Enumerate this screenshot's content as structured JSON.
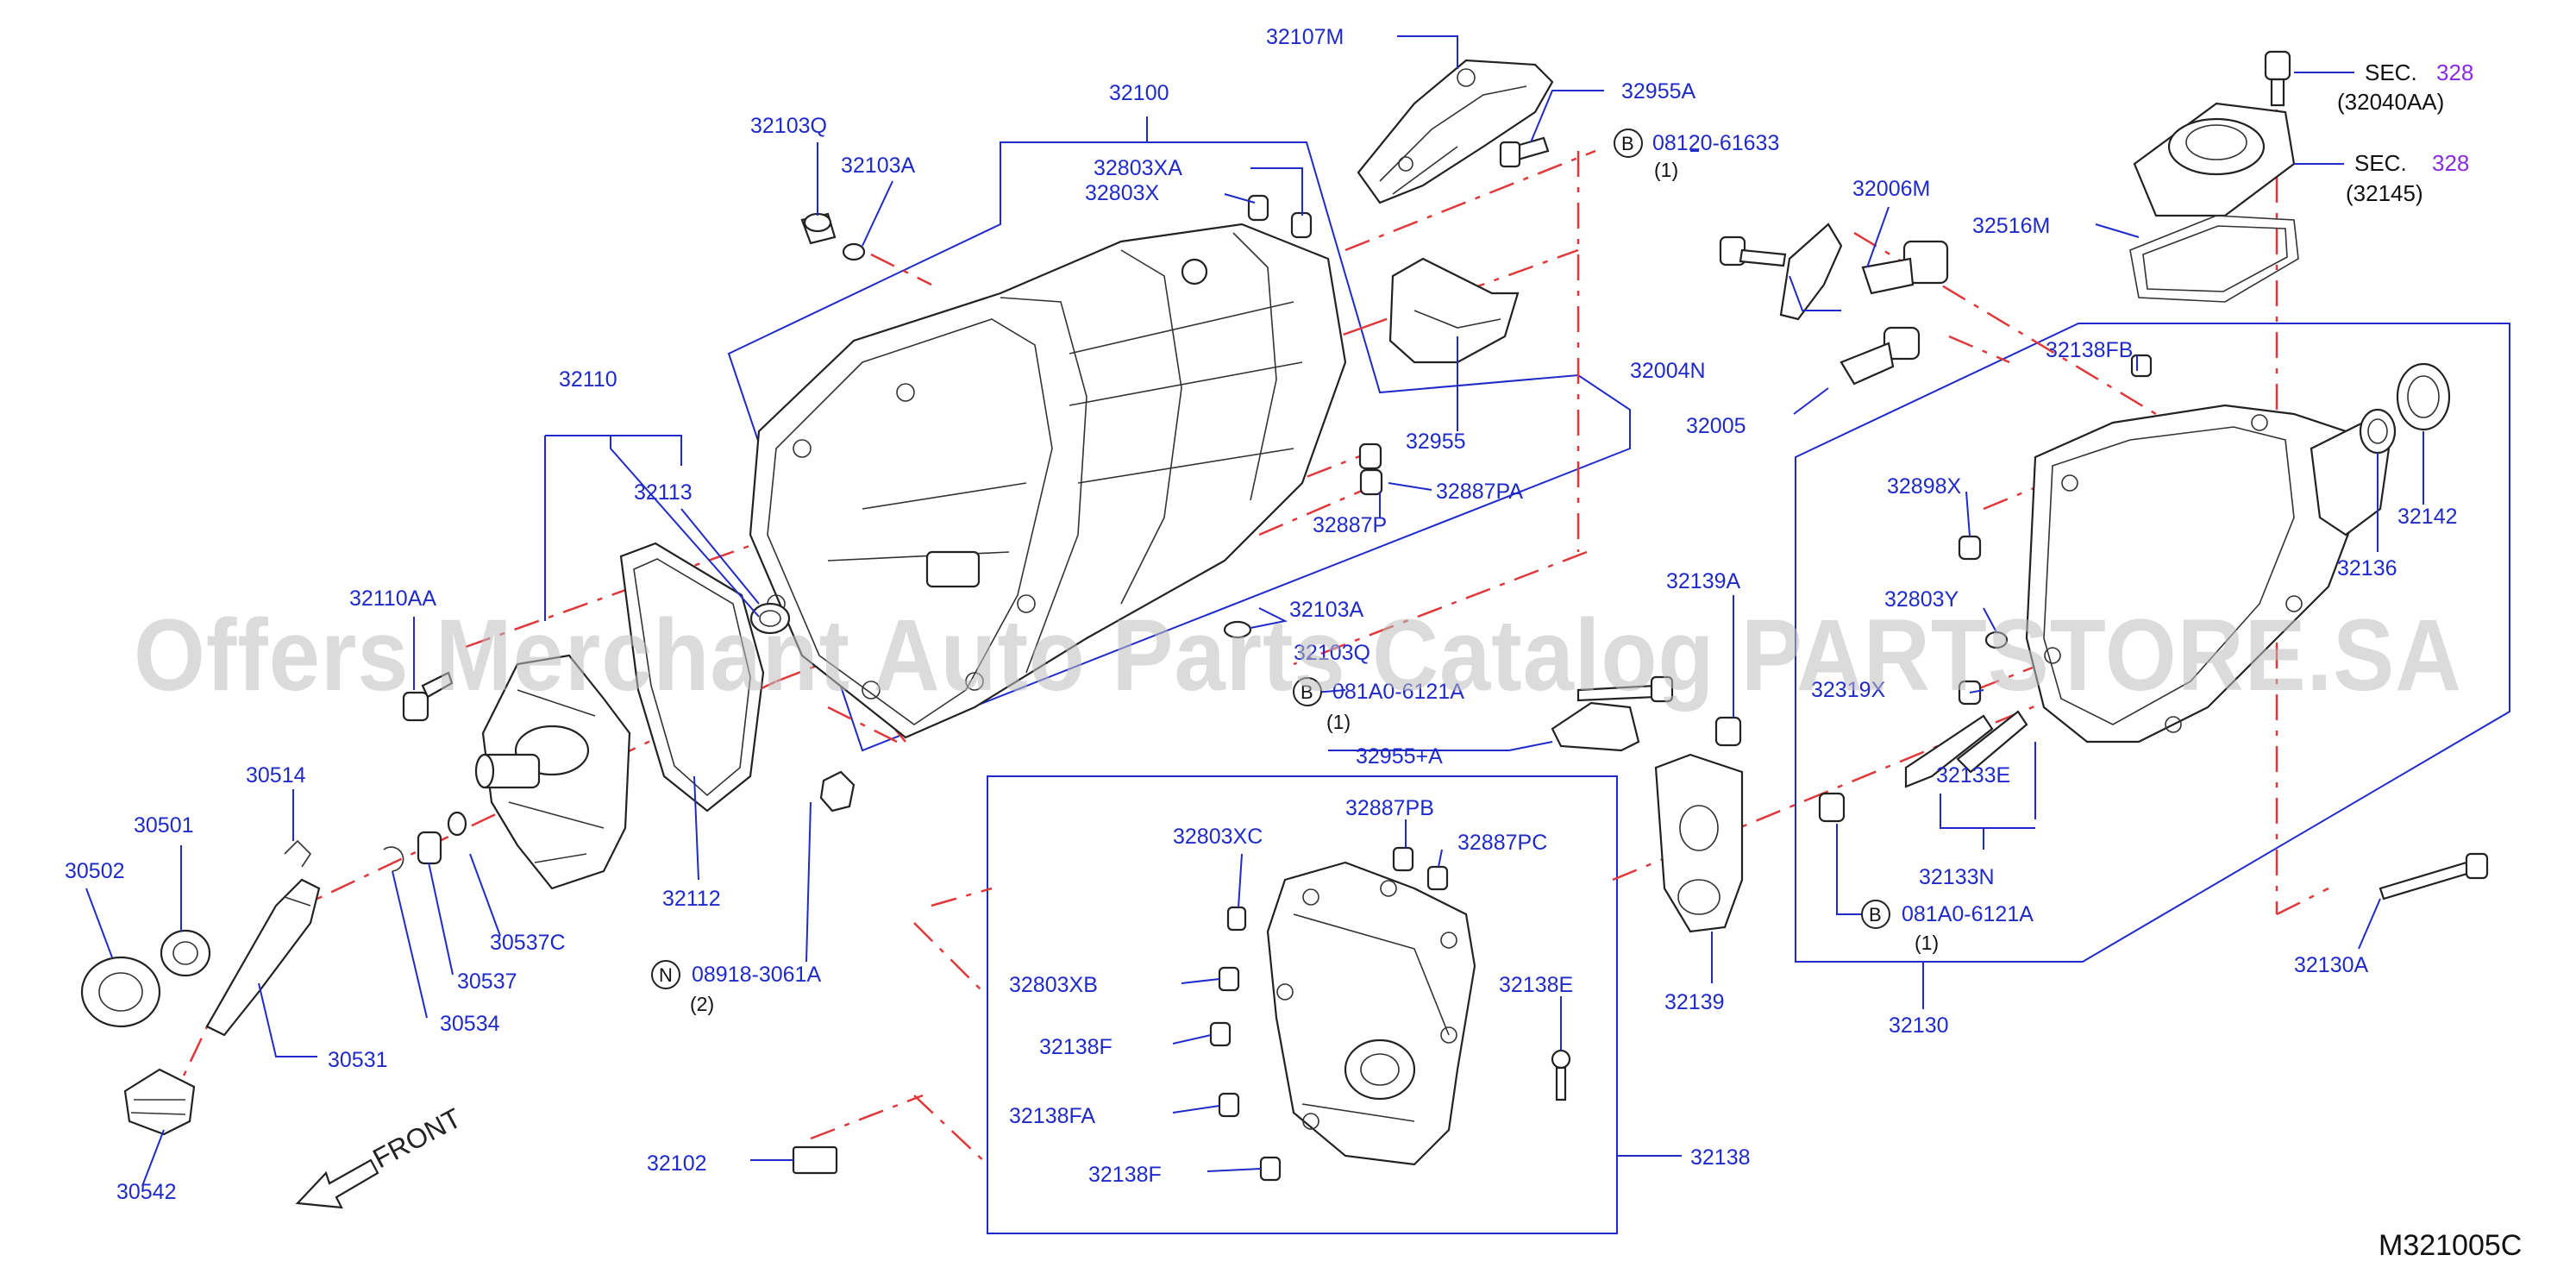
{
  "watermark": "Offers Merchant Auto Parts Catalog PARTSTORE.SA",
  "diagram_code": "M321005C",
  "front_label": "FRONT",
  "sec_refs": [
    {
      "label": "SEC.",
      "num": "328",
      "sub": "(32040AA)"
    },
    {
      "label": "SEC.",
      "num": "328",
      "sub": "(32145)"
    }
  ],
  "bolt_refs": [
    {
      "letter": "B",
      "code": "08120-61633",
      "qty": "(1)"
    },
    {
      "letter": "B",
      "code": "081A0-6121A",
      "qty": "(1)"
    },
    {
      "letter": "B",
      "code": "081A0-6121A",
      "qty": "(1)"
    },
    {
      "letter": "N",
      "code": "08918-3061A",
      "qty": "(2)"
    }
  ],
  "parts": {
    "p32107M": "32107M",
    "p32955A": "32955A",
    "p32100": "32100",
    "p32803XA": "32803XA",
    "p32803X": "32803X",
    "p32103Q_top": "32103Q",
    "p32103A_top": "32103A",
    "p32955": "32955",
    "p32887PA": "32887PA",
    "p32887P": "32887P",
    "p32110": "32110",
    "p32113": "32113",
    "p32110AA": "32110AA",
    "p32103A_mid": "32103A",
    "p32103Q_mid": "32103Q",
    "p32955A_plus": "32955+A",
    "p30514": "30514",
    "p30501": "30501",
    "p30502": "30502",
    "p30537C": "30537C",
    "p30537": "30537",
    "p30534": "30534",
    "p30531": "30531",
    "p30542": "30542",
    "p32112": "32112",
    "p32102": "32102",
    "p32803XC": "32803XC",
    "p32887PB": "32887PB",
    "p32887PC": "32887PC",
    "p32803XB": "32803XB",
    "p32138E": "32138E",
    "p32138F_a": "32138F",
    "p32138FA": "32138FA",
    "p32138F_b": "32138F",
    "p32138": "32138",
    "p32006M": "32006M",
    "p32004N": "32004N",
    "p32005": "32005",
    "p32516M": "32516M",
    "p32138FB": "32138FB",
    "p32898X": "32898X",
    "p32803Y": "32803Y",
    "p32139A": "32139A",
    "p32133E": "32133E",
    "p32133N": "32133N",
    "p32139": "32139",
    "p32130": "32130",
    "p32142": "32142",
    "p32136": "32136",
    "p32130A": "32130A",
    "p32319X": "32319X"
  }
}
